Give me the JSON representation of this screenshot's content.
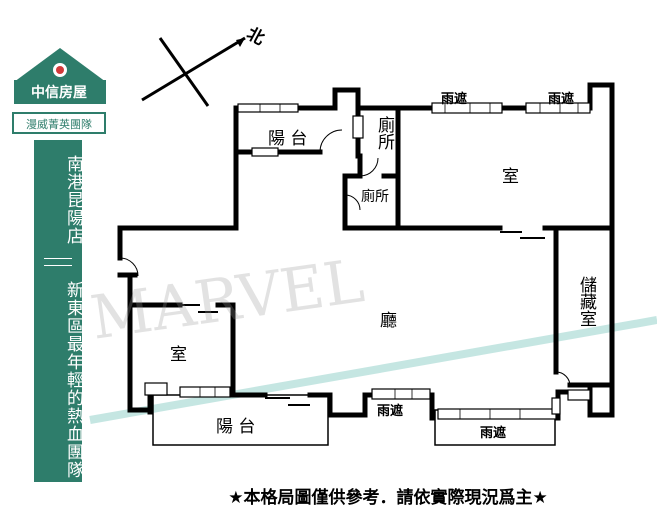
{
  "brand": {
    "name": "中信房屋",
    "team": "漫威菁英團隊"
  },
  "sidebar": {
    "store": "南港昆陽店",
    "slogan": "新東區最年輕的熱血團隊"
  },
  "compass": {
    "north": "北"
  },
  "rooms": {
    "balcony_top": "陽 台",
    "toilet_1": "廁所",
    "toilet_2": "廁所",
    "bedroom_top": "室",
    "storage": "儲藏室",
    "living": "廳",
    "bedroom_left": "室",
    "balcony_bottom": "陽 台"
  },
  "windows": {
    "canopy_1": "雨遮",
    "canopy_2": "雨遮",
    "canopy_3": "雨遮",
    "canopy_4": "雨遮"
  },
  "watermark": "MARVEL",
  "disclaimer": "★本格局圖僅供參考．請依實際現況爲主★",
  "colors": {
    "brand": "#2e7d6b",
    "wall": "#000000",
    "watermark": "#999999",
    "accent_line": "#9fd6d0"
  }
}
